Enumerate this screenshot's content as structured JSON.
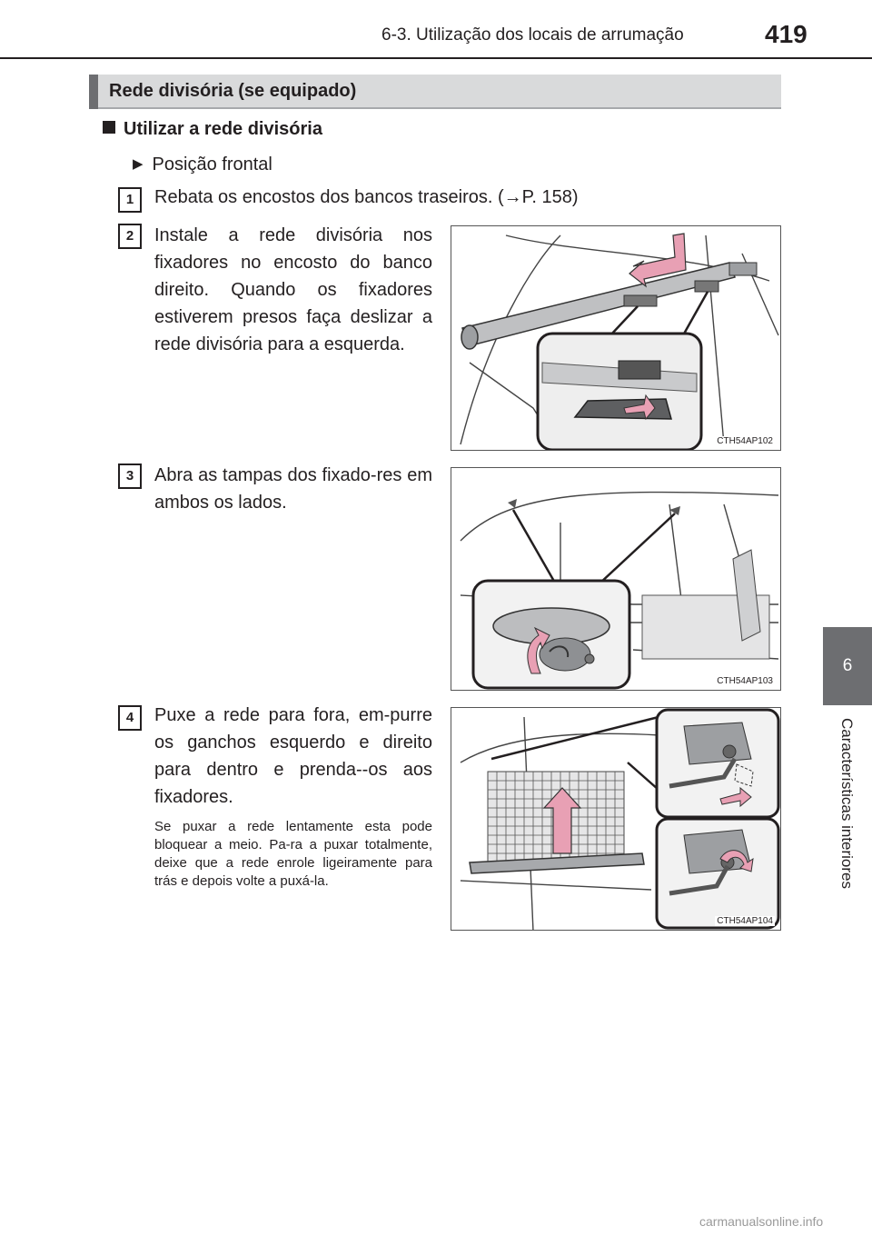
{
  "header": {
    "title": "6-3. Utilização dos locais de arrumação",
    "page_number": "419"
  },
  "section": {
    "title": "Rede divisória (se equipado)"
  },
  "subheading": "Utilizar a rede divisória",
  "bullet": "Posição frontal",
  "steps": [
    {
      "number": "1",
      "text": "Rebata os encostos dos bancos traseiros. (→P. 158)"
    },
    {
      "number": "2",
      "text": "Instale a rede divisória nos fixadores no encosto do banco direito. Quando os fixadores estiverem presos faça deslizar a rede divisória para a esquerda."
    },
    {
      "number": "3",
      "text": "Abra as tampas dos fixado-res em ambos os lados."
    },
    {
      "number": "4",
      "text": "Puxe a rede para fora, em-purre os ganchos esquerdo e direito para dentro e prenda--os aos fixadores."
    }
  ],
  "note": "Se puxar a rede lentamente esta pode bloquear a meio. Pa-ra a puxar totalmente, deixe que a rede enrole ligeiramente para trás e depois volte a puxá-la.",
  "figures": [
    {
      "code": "CTH54AP102"
    },
    {
      "code": "CTH54AP103"
    },
    {
      "code": "CTH54AP104"
    }
  ],
  "side_tab": {
    "number": "6",
    "label": "Características interiores"
  },
  "watermark": "carmanualsonline.info",
  "colors": {
    "arrow": "#e8a0b4",
    "tab": "#6d6e71",
    "section_bar": "#d9dadb"
  }
}
